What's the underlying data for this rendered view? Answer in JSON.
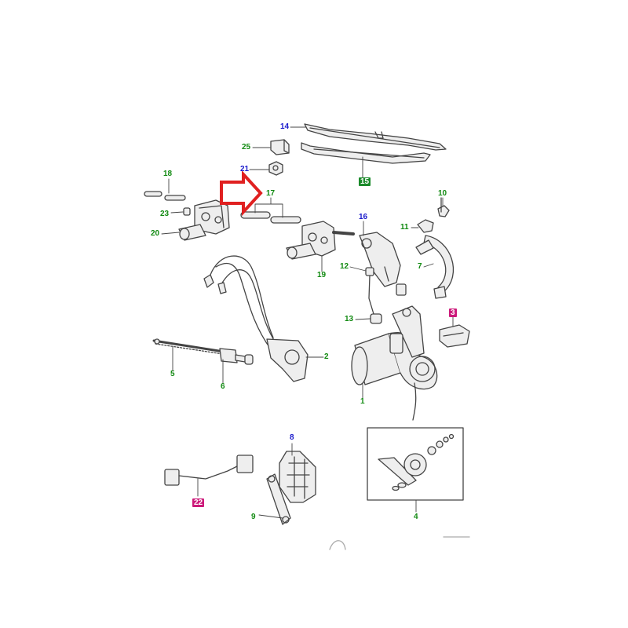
{
  "colors": {
    "green": "#118a11",
    "blue": "#1a1acc",
    "magenta": "#c0187a",
    "arrow": "#e02020",
    "ink": "#222222",
    "line": "#444444",
    "fill": "#eeeeee",
    "boxed_green_bg": "#1a8a2a",
    "boxed_green_fg": "#ffffff",
    "boxed_magenta_bg": "#cc1a7a",
    "boxed_magenta_fg": "#ffffff"
  },
  "callouts": {
    "p1": "1",
    "p2": "2",
    "p3": "3",
    "p4": "4",
    "p5": "5",
    "p6": "6",
    "p7": "7",
    "p8": "8",
    "p9": "9",
    "p10": "10",
    "p11": "11",
    "p12": "12",
    "p13": "13",
    "p14": "14",
    "p15": "15",
    "p16": "16",
    "p17": "17",
    "p18": "18",
    "p19": "19",
    "p20": "20",
    "p21": "21",
    "p22": "22",
    "p23": "23",
    "p25": "25"
  }
}
